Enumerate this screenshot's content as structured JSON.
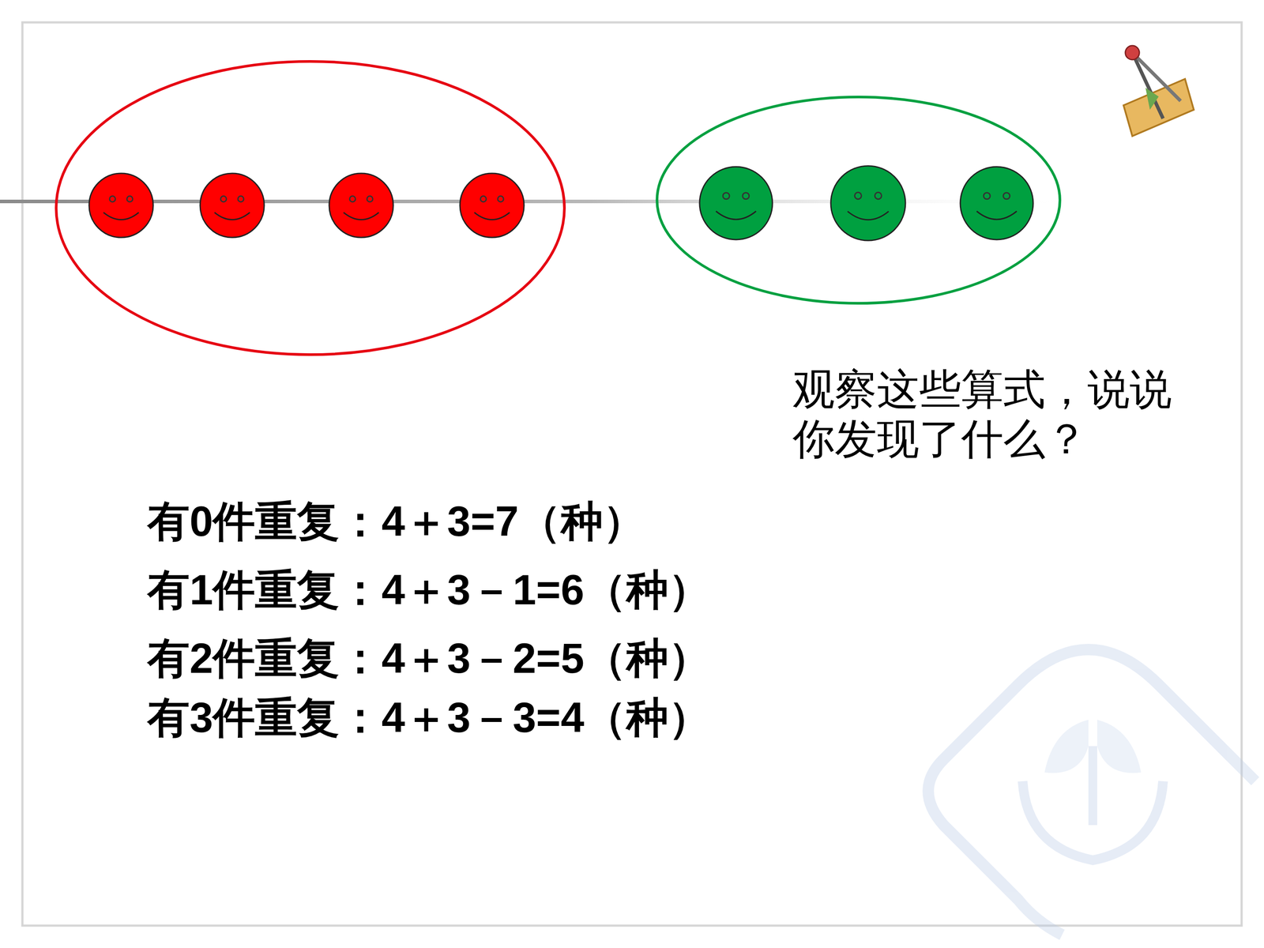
{
  "diagram": {
    "labels": [
      "观察这些算式，说说你发现了什么？",
      "有0件重复：4＋3=7（种）",
      "有1件重复：4＋3－1=6（种）",
      "有2件重复：4＋3－2=5（种）",
      "有3件重复：4＋3－3=4（种）"
    ]
  }
}
